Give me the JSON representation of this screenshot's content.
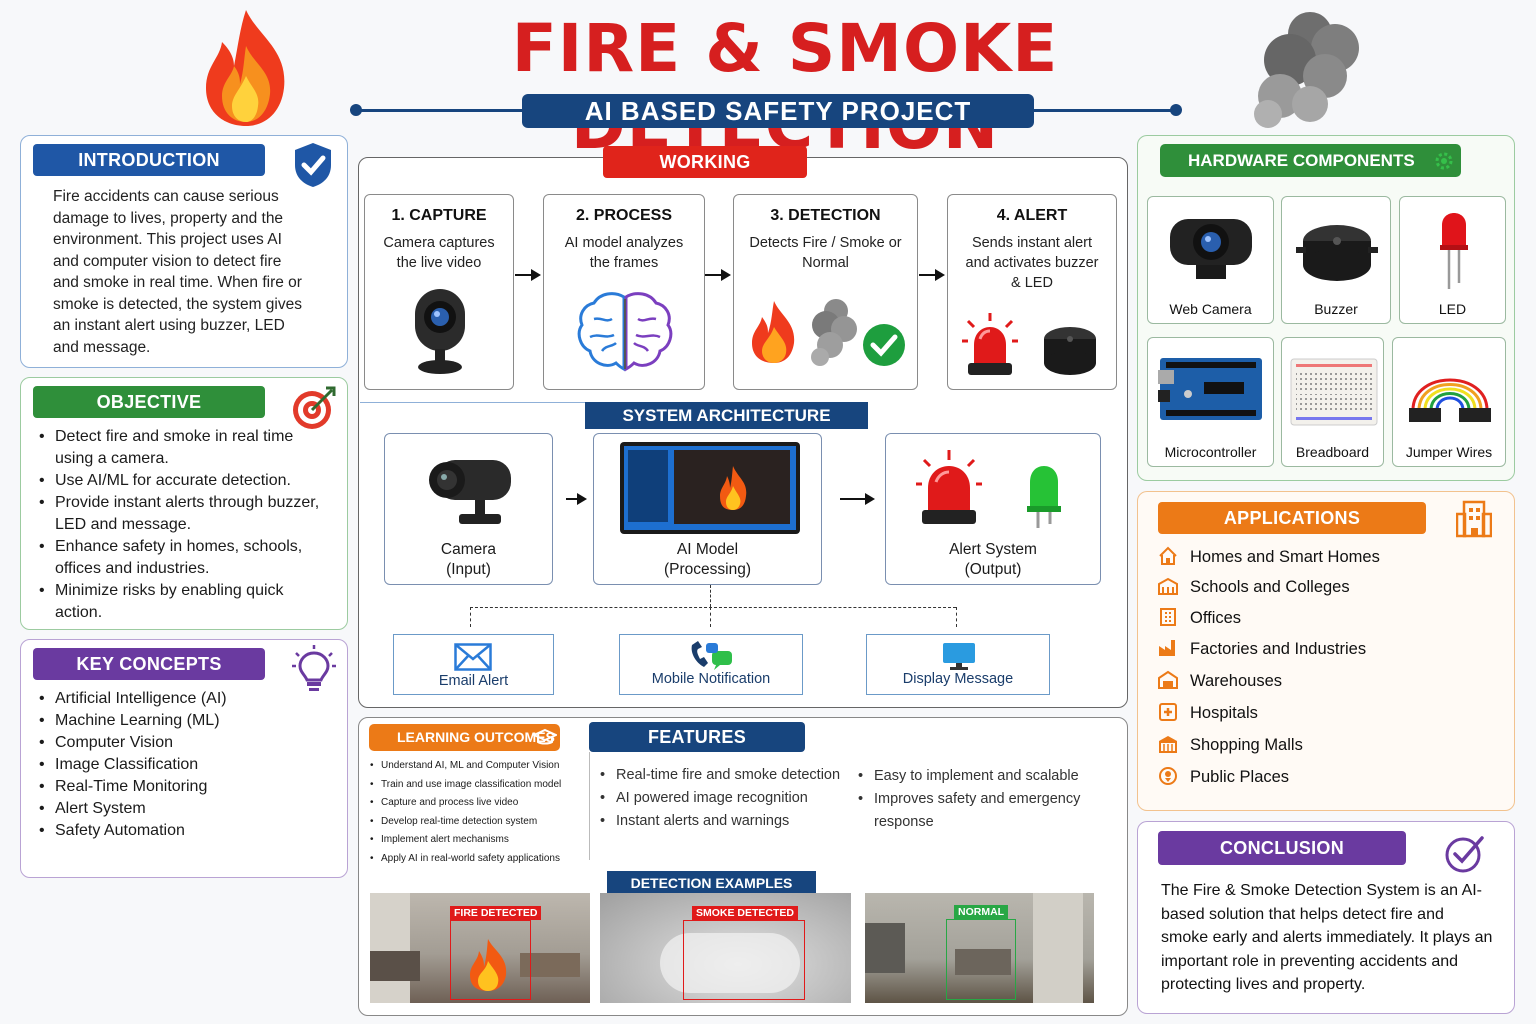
{
  "header": {
    "title": "FIRE & SMOKE DETECTION",
    "subtitle": "AI BASED SAFETY PROJECT"
  },
  "introduction": {
    "heading": "INTRODUCTION",
    "text": "Fire accidents can cause serious damage to lives, property and the environment. This project uses AI and computer vision to detect fire and smoke in real time. When fire or smoke is detected, the system gives an instant alert using buzzer, LED and message."
  },
  "objective": {
    "heading": "OBJECTIVE",
    "items": [
      "Detect fire and smoke in real time using a camera.",
      "Use AI/ML for accurate detection.",
      "Provide instant alerts through buzzer, LED and message.",
      "Enhance safety in homes, schools, offices and industries.",
      "Minimize risks by enabling quick action."
    ]
  },
  "key_concepts": {
    "heading": "KEY CONCEPTS",
    "items": [
      "Artificial Intelligence (AI)",
      "Machine Learning (ML)",
      "Computer Vision",
      "Image Classification",
      "Real-Time Monitoring",
      "Alert System",
      "Safety Automation"
    ]
  },
  "working": {
    "heading": "WORKING",
    "steps": [
      {
        "title": "1. CAPTURE",
        "desc": "Camera captures the live video"
      },
      {
        "title": "2. PROCESS",
        "desc": "AI model analyzes the frames"
      },
      {
        "title": "3. DETECTION",
        "desc": "Detects Fire / Smoke or Normal"
      },
      {
        "title": "4. ALERT",
        "desc": "Sends instant alert and activates buzzer & LED"
      }
    ]
  },
  "architecture": {
    "heading": "SYSTEM ARCHITECTURE",
    "camera": {
      "name": "Camera",
      "role": "(Input)"
    },
    "model": {
      "name": "AI Model",
      "role": "(Processing)"
    },
    "alert": {
      "name": "Alert System",
      "role": "(Output)"
    },
    "outputs": [
      "Email Alert",
      "Mobile Notification",
      "Display Message"
    ]
  },
  "hardware": {
    "heading": "HARDWARE COMPONENTS",
    "items": [
      "Web Camera",
      "Buzzer",
      "LED",
      "Microcontroller",
      "Breadboard",
      "Jumper Wires"
    ]
  },
  "applications": {
    "heading": "APPLICATIONS",
    "items": [
      {
        "label": "Homes and Smart Homes",
        "icon": "home-icon"
      },
      {
        "label": "Schools and Colleges",
        "icon": "school-icon"
      },
      {
        "label": "Offices",
        "icon": "office-icon"
      },
      {
        "label": "Factories and Industries",
        "icon": "factory-icon"
      },
      {
        "label": "Warehouses",
        "icon": "warehouse-icon"
      },
      {
        "label": "Hospitals",
        "icon": "hospital-icon"
      },
      {
        "label": "Shopping Malls",
        "icon": "mall-icon"
      },
      {
        "label": "Public Places",
        "icon": "location-icon"
      }
    ]
  },
  "learning_outcomes": {
    "heading": "LEARNING OUTCOMES",
    "items": [
      "Understand AI, ML and Computer Vision",
      "Train and use image classification model",
      "Capture and process live video",
      "Develop real-time detection system",
      "Implement alert mechanisms",
      "Apply AI in real-world safety applications"
    ]
  },
  "features": {
    "heading": "FEATURES",
    "col1": [
      "Real-time fire and smoke detection",
      "AI powered image recognition",
      "Instant alerts and warnings"
    ],
    "col2": [
      "Easy to implement and scalable",
      "Improves safety and emergency response"
    ]
  },
  "detection_examples": {
    "heading": "DETECTION EXAMPLES",
    "labels": [
      "FIRE DETECTED",
      "SMOKE DETECTED",
      "NORMAL"
    ]
  },
  "conclusion": {
    "heading": "CONCLUSION",
    "text": "The Fire & Smoke Detection System is an AI-based solution that helps detect fire and smoke early and alerts immediately. It plays an important role in preventing accidents and protecting lives and property."
  },
  "colors": {
    "title_red": "#d61f1f",
    "navy": "#17457e",
    "green": "#2f8f3a",
    "purple": "#6a3aa0",
    "orange": "#ec7a17"
  }
}
